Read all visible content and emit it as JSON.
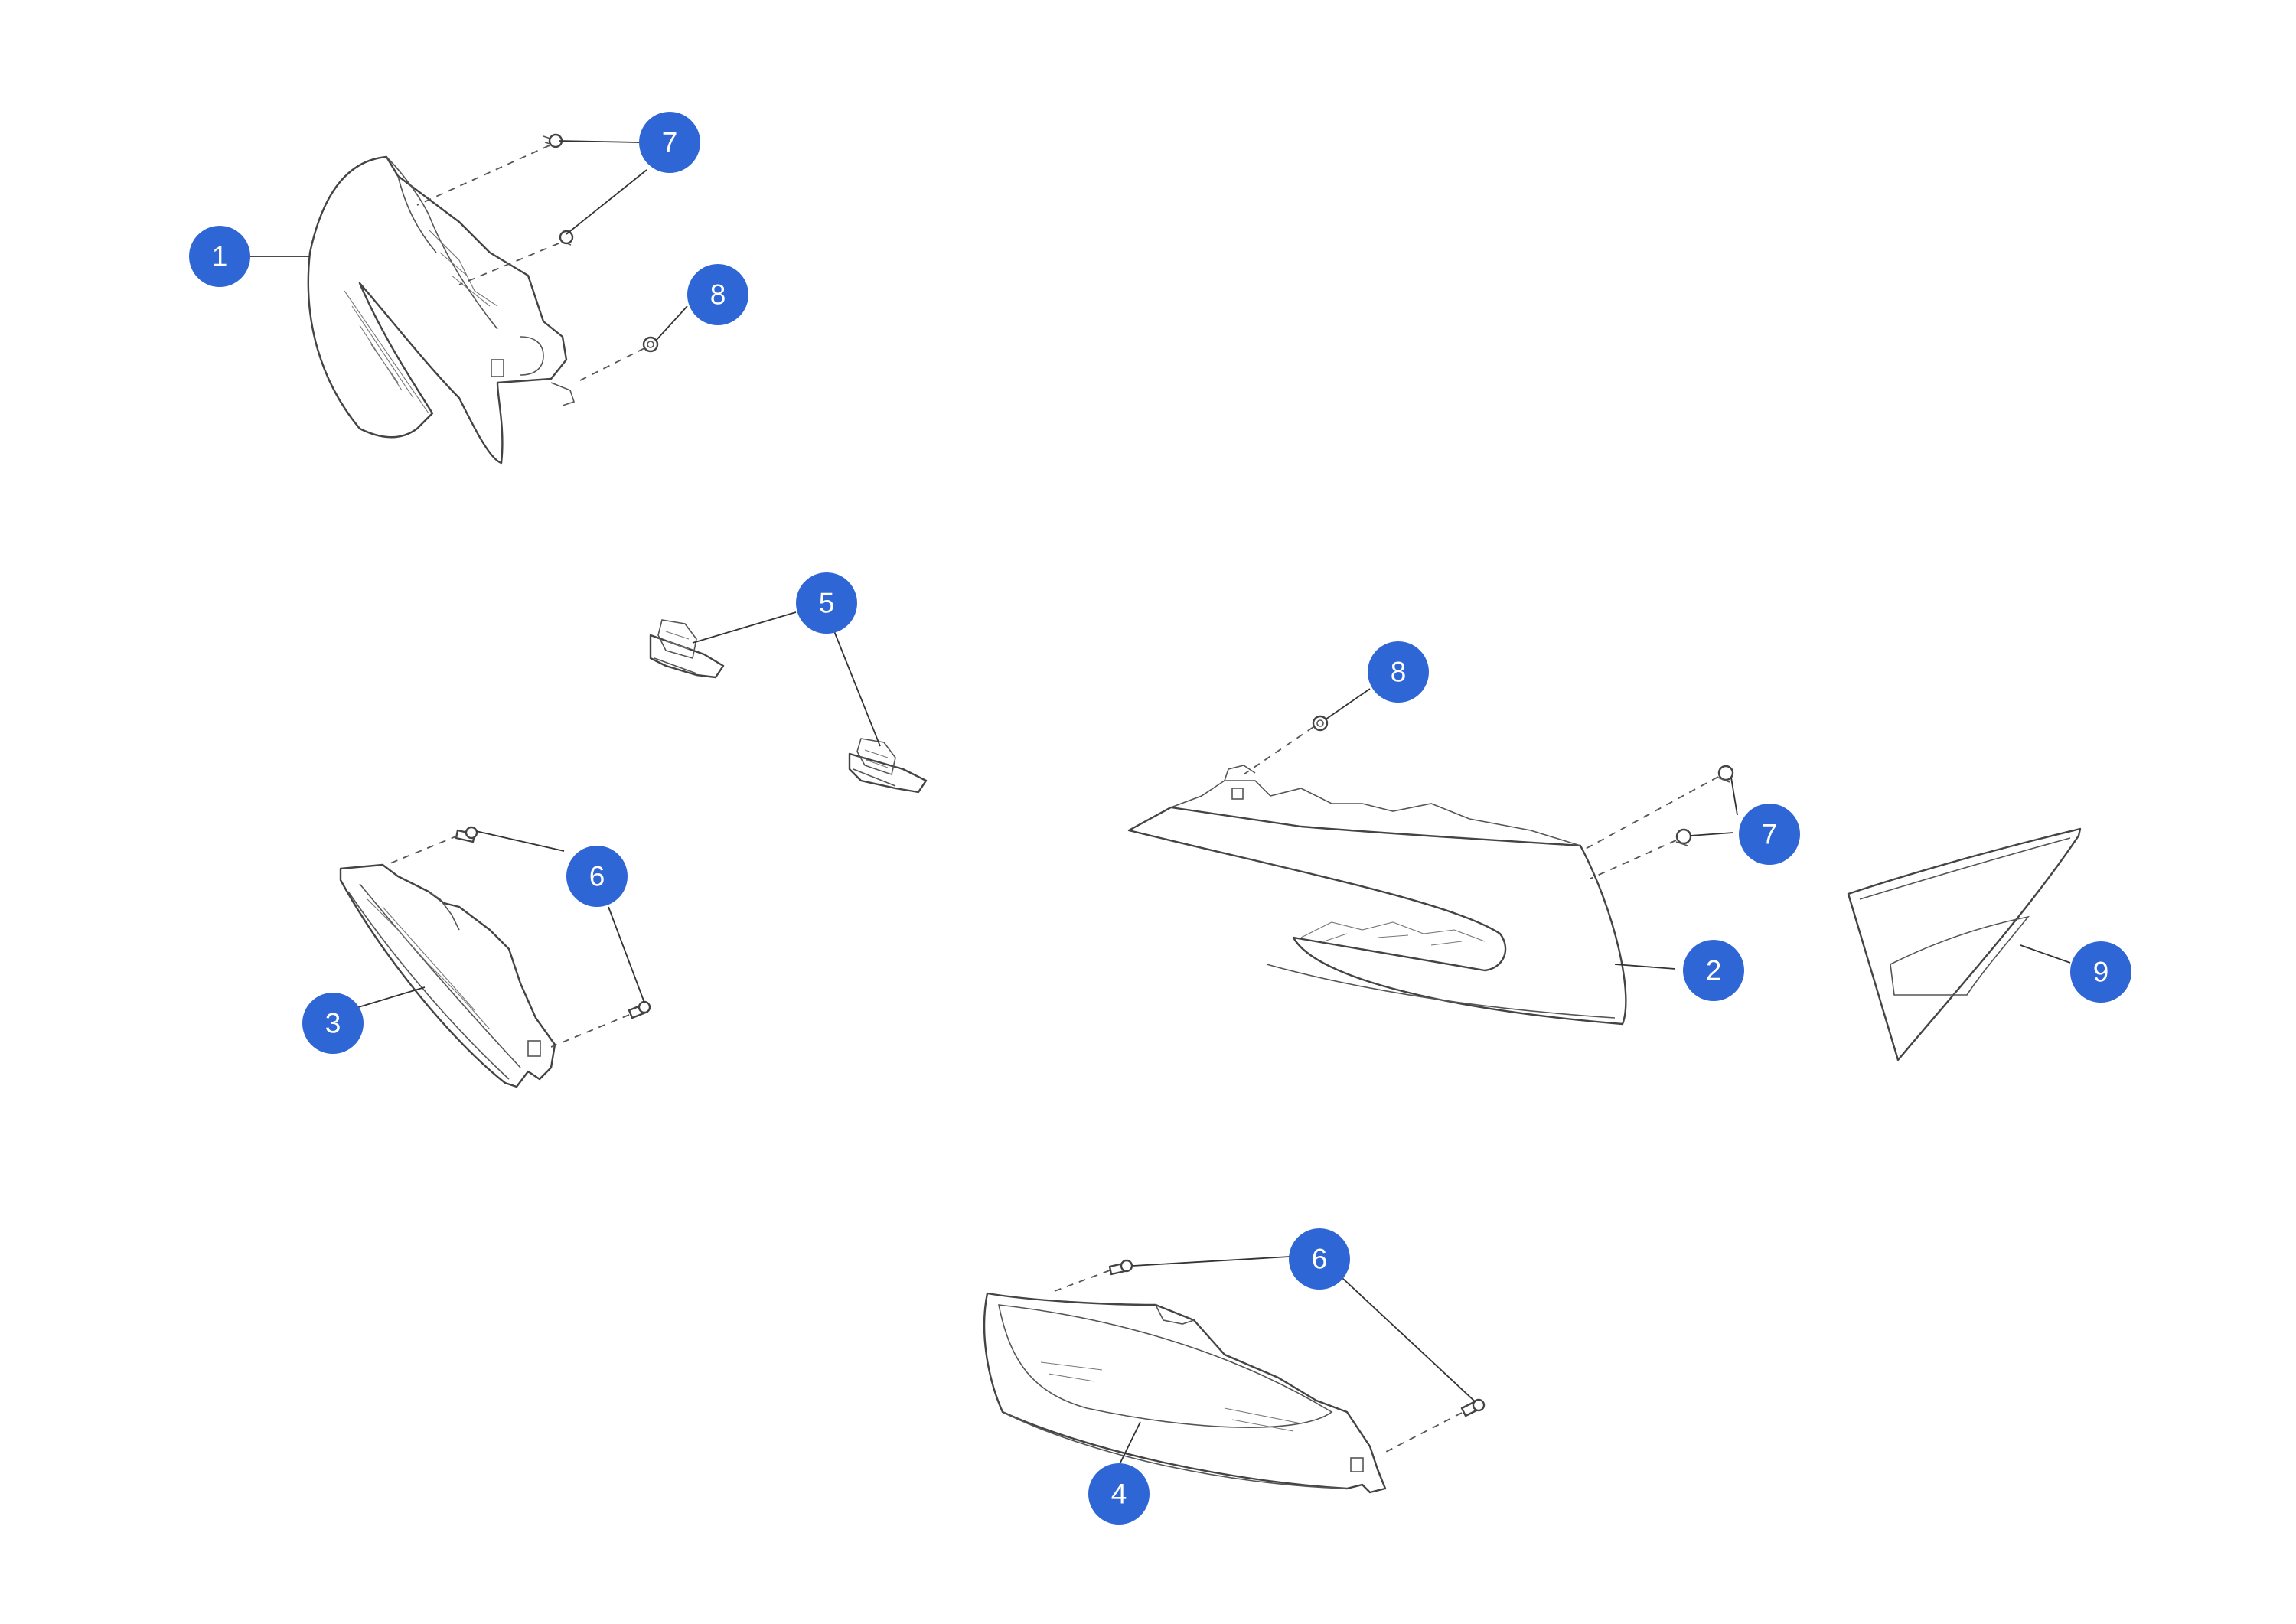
{
  "accent_color": "#2f66d6",
  "callouts": [
    {
      "id": "c1",
      "label": "1"
    },
    {
      "id": "c7a",
      "label": "7"
    },
    {
      "id": "c8a",
      "label": "8"
    },
    {
      "id": "c5",
      "label": "5"
    },
    {
      "id": "c8b",
      "label": "8"
    },
    {
      "id": "c7b",
      "label": "7"
    },
    {
      "id": "c6a",
      "label": "6"
    },
    {
      "id": "c3",
      "label": "3"
    },
    {
      "id": "c2",
      "label": "2"
    },
    {
      "id": "c9",
      "label": "9"
    },
    {
      "id": "c6b",
      "label": "6"
    },
    {
      "id": "c4",
      "label": "4"
    }
  ]
}
